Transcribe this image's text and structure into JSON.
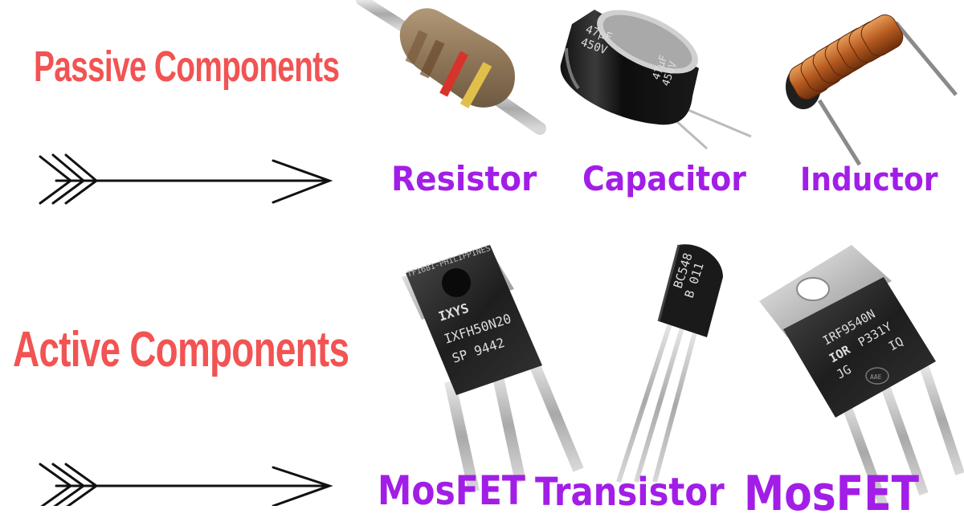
{
  "headings": {
    "passive": "Passive Components",
    "active": "Active Components"
  },
  "labels": {
    "resistor": "Resistor",
    "capacitor": "Capacitor",
    "inductor": "Inductor",
    "mosfet_left": "MosFET",
    "transistor": "Transistor",
    "mosfet_right": "MosFET"
  },
  "markings": {
    "capacitor_top": "47µF",
    "capacitor_voltage": "450V",
    "capacitor_side": "47µF",
    "capacitor_side_voltage": "450V",
    "ixys_tab": "TF1681-PHILIPPINES",
    "ixys_brand": "IXYS",
    "ixys_part": "IXFH50N20",
    "ixys_code": "SP 9442",
    "bc_part": "BC548",
    "bc_code": "B 011",
    "irf_part": "IRF9540N",
    "irf_brand": "IOR",
    "irf_code": "P331Y",
    "irf_code2": "JG",
    "irf_code3": "IQ",
    "irf_emboss": "AAE"
  },
  "colors": {
    "heading": "#f25353",
    "label": "#a21ee6"
  }
}
